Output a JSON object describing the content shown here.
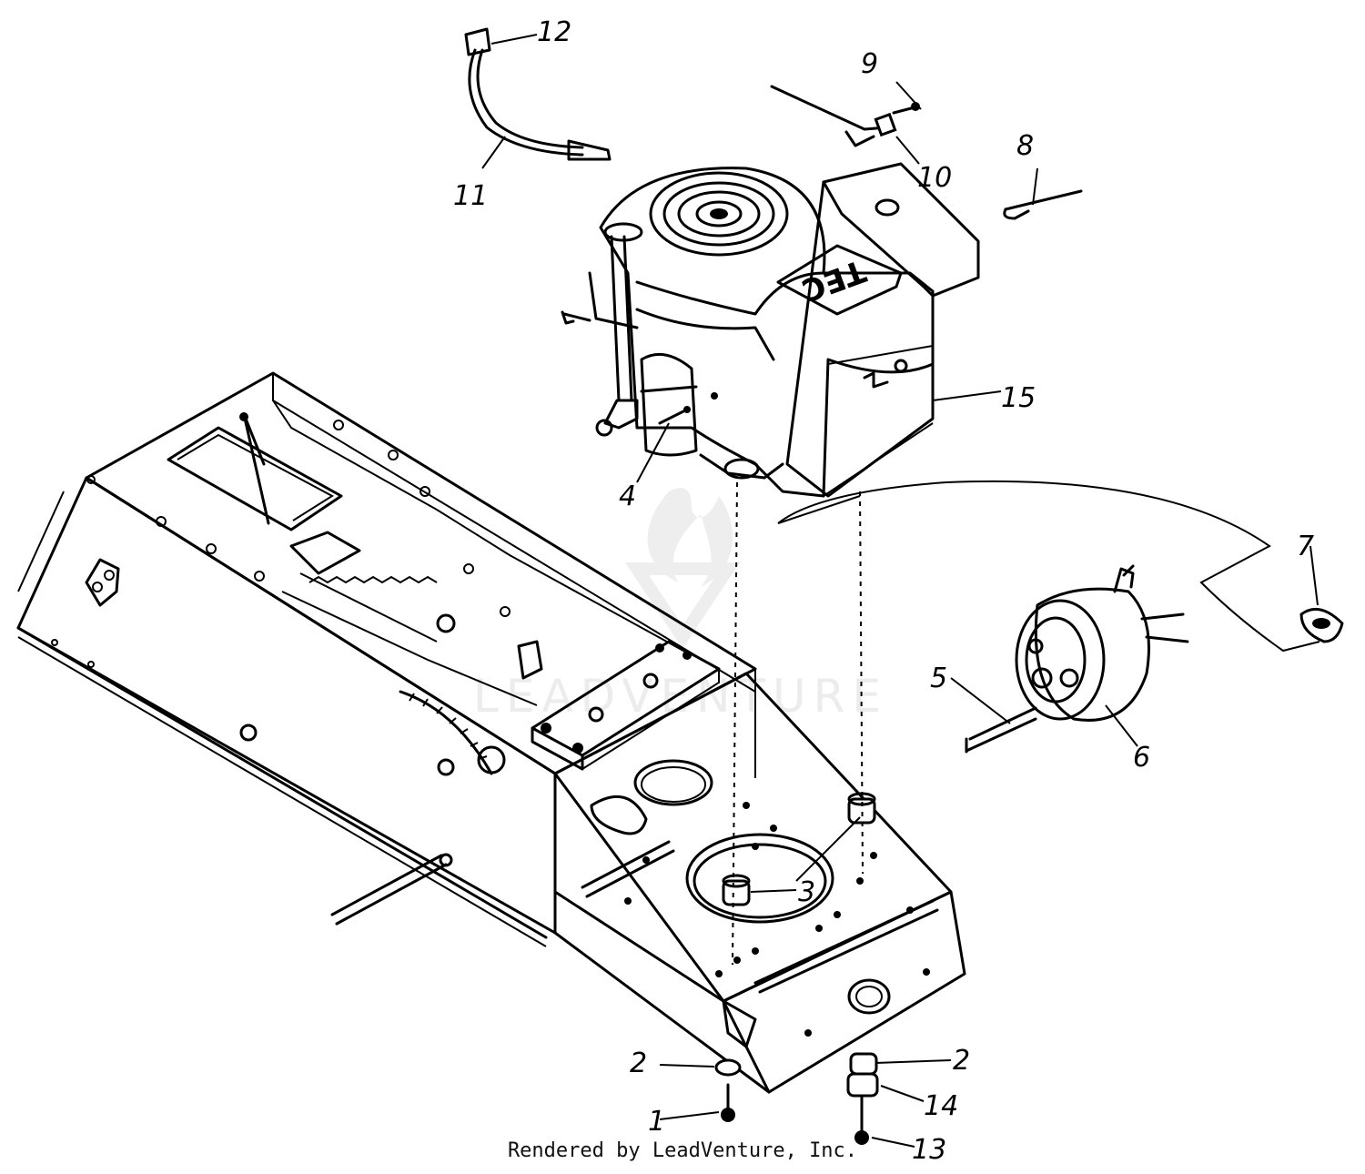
{
  "diagram": {
    "callouts": [
      "1",
      "2",
      "2",
      "3",
      "4",
      "5",
      "6",
      "7",
      "8",
      "9",
      "10",
      "11",
      "12",
      "13",
      "14",
      "15"
    ],
    "engine_badge": "TEC",
    "watermark": "LEADVENTURE"
  },
  "footer": {
    "credit": "Rendered by LeadVenture, Inc."
  },
  "colors": {
    "line": "#000000",
    "background": "#ffffff",
    "watermark": "#ececec"
  }
}
